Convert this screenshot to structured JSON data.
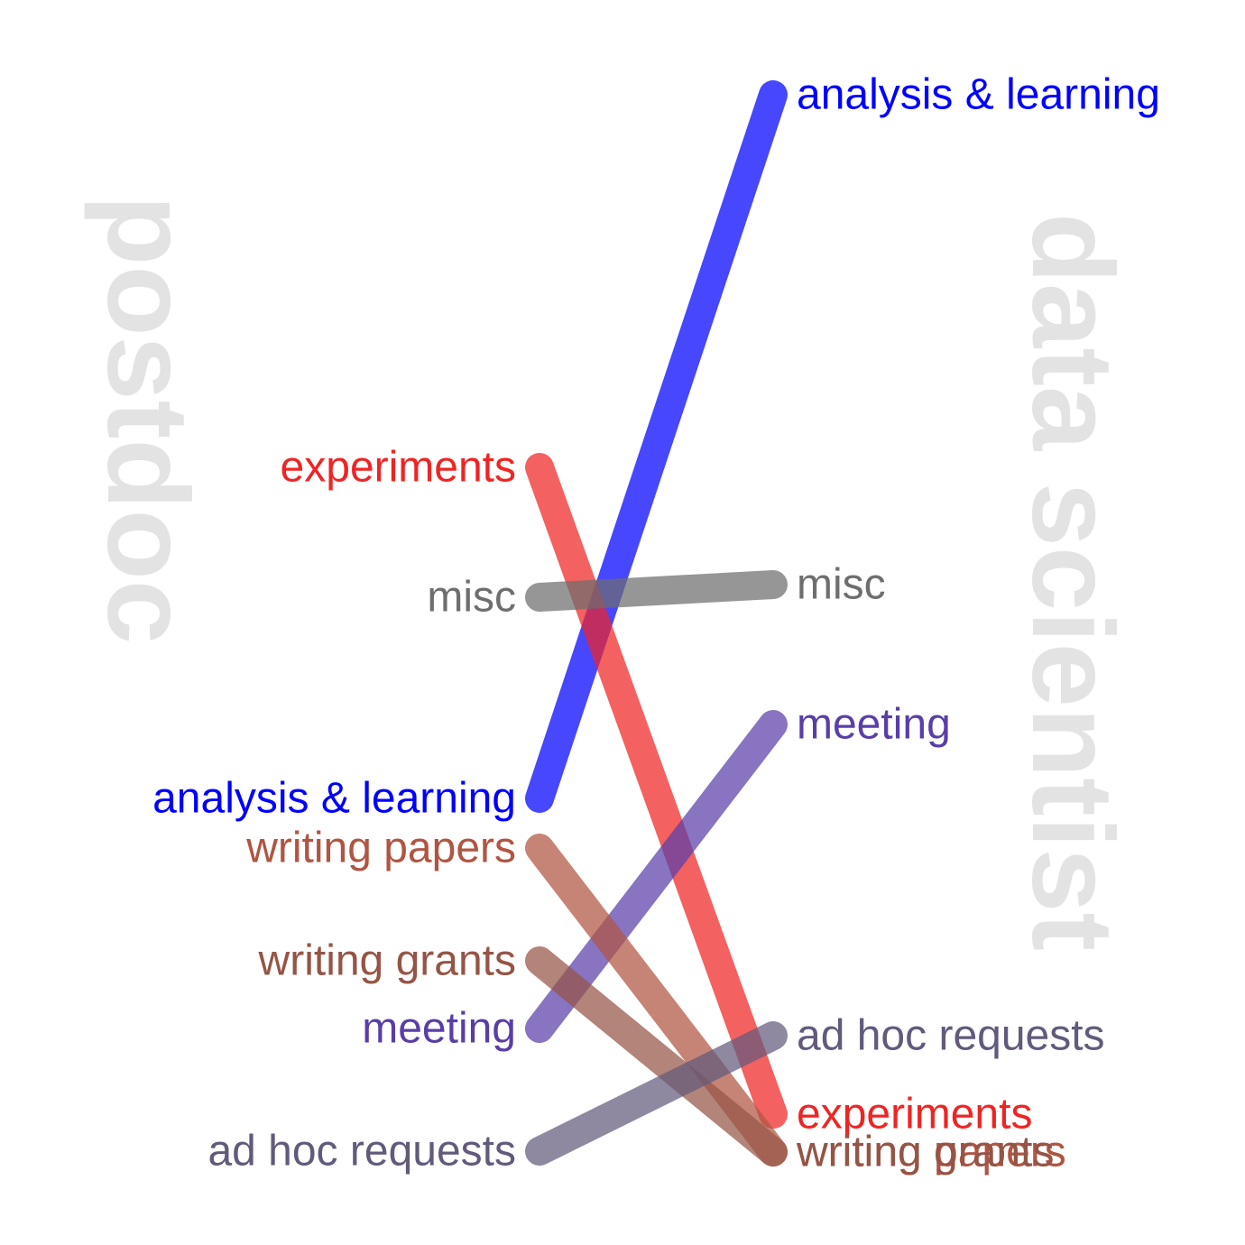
{
  "chart_data": {
    "type": "line",
    "chart_subtype": "slope",
    "x": [
      "postdoc",
      "data scientist"
    ],
    "series": [
      {
        "name": "analysis & learning",
        "color": "#0000ff",
        "values": [
          885,
          105
        ]
      },
      {
        "name": "experiments",
        "color": "#ef2424",
        "values": [
          518,
          1235
        ]
      },
      {
        "name": "misc",
        "color": "#6e6e6e",
        "values": [
          662,
          648
        ]
      },
      {
        "name": "meeting",
        "color": "#5a3ea8",
        "values": [
          1140,
          803
        ]
      },
      {
        "name": "writing papers",
        "color": "#b05542",
        "values": [
          940,
          1277
        ]
      },
      {
        "name": "writing grants",
        "color": "#955446",
        "values": [
          1065,
          1277
        ]
      },
      {
        "name": "ad hoc requests",
        "color": "#625a7c",
        "values": [
          1276,
          1148
        ]
      }
    ],
    "grid": false,
    "legend": "none"
  }
}
